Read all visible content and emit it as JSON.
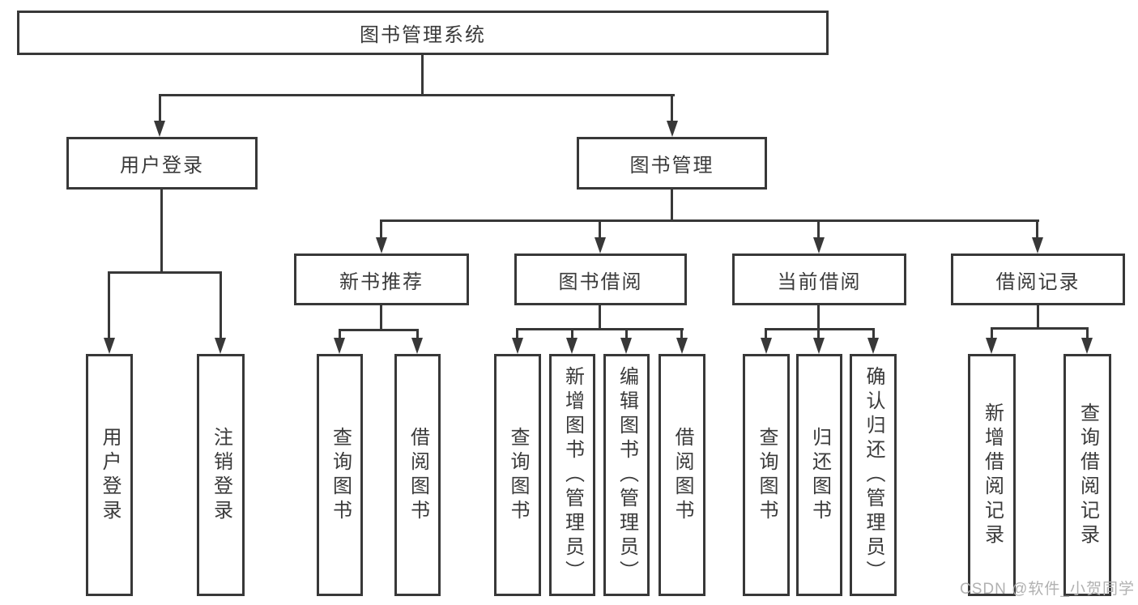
{
  "diagram": {
    "title": "图书管理系统",
    "root": {
      "label": "图书管理系统"
    },
    "level2": [
      {
        "label": "用户登录"
      },
      {
        "label": "图书管理"
      }
    ],
    "level3": [
      {
        "label": "新书推荐",
        "parent": "图书管理"
      },
      {
        "label": "图书借阅",
        "parent": "图书管理"
      },
      {
        "label": "当前借阅",
        "parent": "图书管理"
      },
      {
        "label": "借阅记录",
        "parent": "图书管理"
      }
    ],
    "leaves": [
      {
        "label": "用户登录",
        "parent": "用户登录"
      },
      {
        "label": "注销登录",
        "parent": "用户登录"
      },
      {
        "label": "查询图书",
        "parent": "新书推荐"
      },
      {
        "label": "借阅图书",
        "parent": "新书推荐"
      },
      {
        "label": "查询图书",
        "parent": "图书借阅"
      },
      {
        "label": "新增图书（管理员）",
        "parent": "图书借阅"
      },
      {
        "label": "编辑图书（管理员）",
        "parent": "图书借阅"
      },
      {
        "label": "借阅图书",
        "parent": "图书借阅"
      },
      {
        "label": "查询图书",
        "parent": "当前借阅"
      },
      {
        "label": "归还图书",
        "parent": "当前借阅"
      },
      {
        "label": "确认归还（管理员）",
        "parent": "当前借阅"
      },
      {
        "label": "新增借阅记录",
        "parent": "借阅记录"
      },
      {
        "label": "查询借阅记录",
        "parent": "借阅记录"
      }
    ],
    "watermark": "CSDN @软件_小贺同学",
    "colors": {
      "line": "#383838",
      "text": "#3a3a3a",
      "watermark": "#b1b1b1",
      "bg": "#ffffff"
    }
  }
}
